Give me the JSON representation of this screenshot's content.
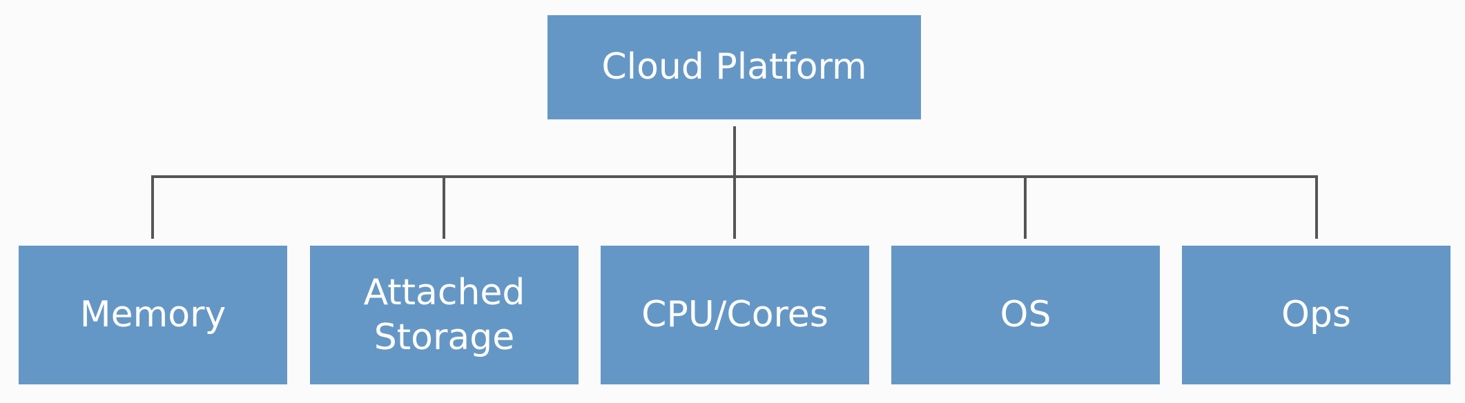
{
  "diagram": {
    "root": {
      "label": "Cloud Platform"
    },
    "children": [
      {
        "label": "Memory"
      },
      {
        "label": "Attached\nStorage"
      },
      {
        "label": "CPU/Cores"
      },
      {
        "label": "OS"
      },
      {
        "label": "Ops"
      }
    ],
    "colors": {
      "box_fill": "#6597c6",
      "box_text": "#ffffff",
      "connector": "#555555",
      "background": "#fbfbfb"
    }
  }
}
